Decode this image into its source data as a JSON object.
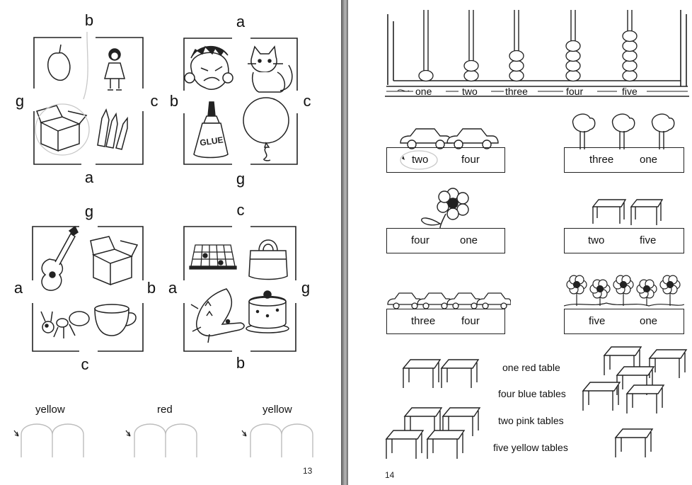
{
  "left_page": {
    "page_number": "13",
    "puzzles": [
      {
        "top": "b",
        "bottom": "a",
        "left": "g",
        "right": "c",
        "pictures": [
          "apple-icon",
          "girl-icon",
          "box-icon",
          "crayons-icon"
        ]
      },
      {
        "top": "a",
        "bottom": "g",
        "left": "b",
        "right": "c",
        "pictures": [
          "angry-man-icon",
          "cat-icon",
          "glue-icon",
          "balloon-icon"
        ]
      },
      {
        "top": "g",
        "bottom": "c",
        "left": "a",
        "right": "b",
        "pictures": [
          "guitar-icon",
          "box-icon",
          "ant-icon",
          "cup-icon"
        ]
      },
      {
        "top": "c",
        "bottom": "b",
        "left": "a",
        "right": "g",
        "pictures": [
          "board-game-icon",
          "bag-icon",
          "alligator-icon",
          "cake-icon"
        ]
      }
    ],
    "glue_label": "GLUE",
    "colour_words": [
      "yellow",
      "red",
      "yellow"
    ]
  },
  "right_page": {
    "page_number": "14",
    "abacus_labels": [
      "one",
      "two",
      "three",
      "four",
      "five"
    ],
    "abacus_beads": [
      1,
      2,
      3,
      4,
      5
    ],
    "counting_boxes": [
      {
        "words": [
          "two",
          "four"
        ],
        "picture": "cars-icon",
        "count": 2
      },
      {
        "words": [
          "three",
          "one"
        ],
        "picture": "trees-icon",
        "count": 3
      },
      {
        "words": [
          "four",
          "one"
        ],
        "picture": "flower-icon",
        "count": 1
      },
      {
        "words": [
          "two",
          "five"
        ],
        "picture": "tables-icon",
        "count": 2
      },
      {
        "words": [
          "three",
          "four"
        ],
        "picture": "cars-icon",
        "count": 4
      },
      {
        "words": [
          "five",
          "one"
        ],
        "picture": "flowers-icon",
        "count": 5
      }
    ],
    "table_phrases": [
      "one red table",
      "four blue tables",
      "two pink tables",
      "five yellow tables"
    ]
  }
}
